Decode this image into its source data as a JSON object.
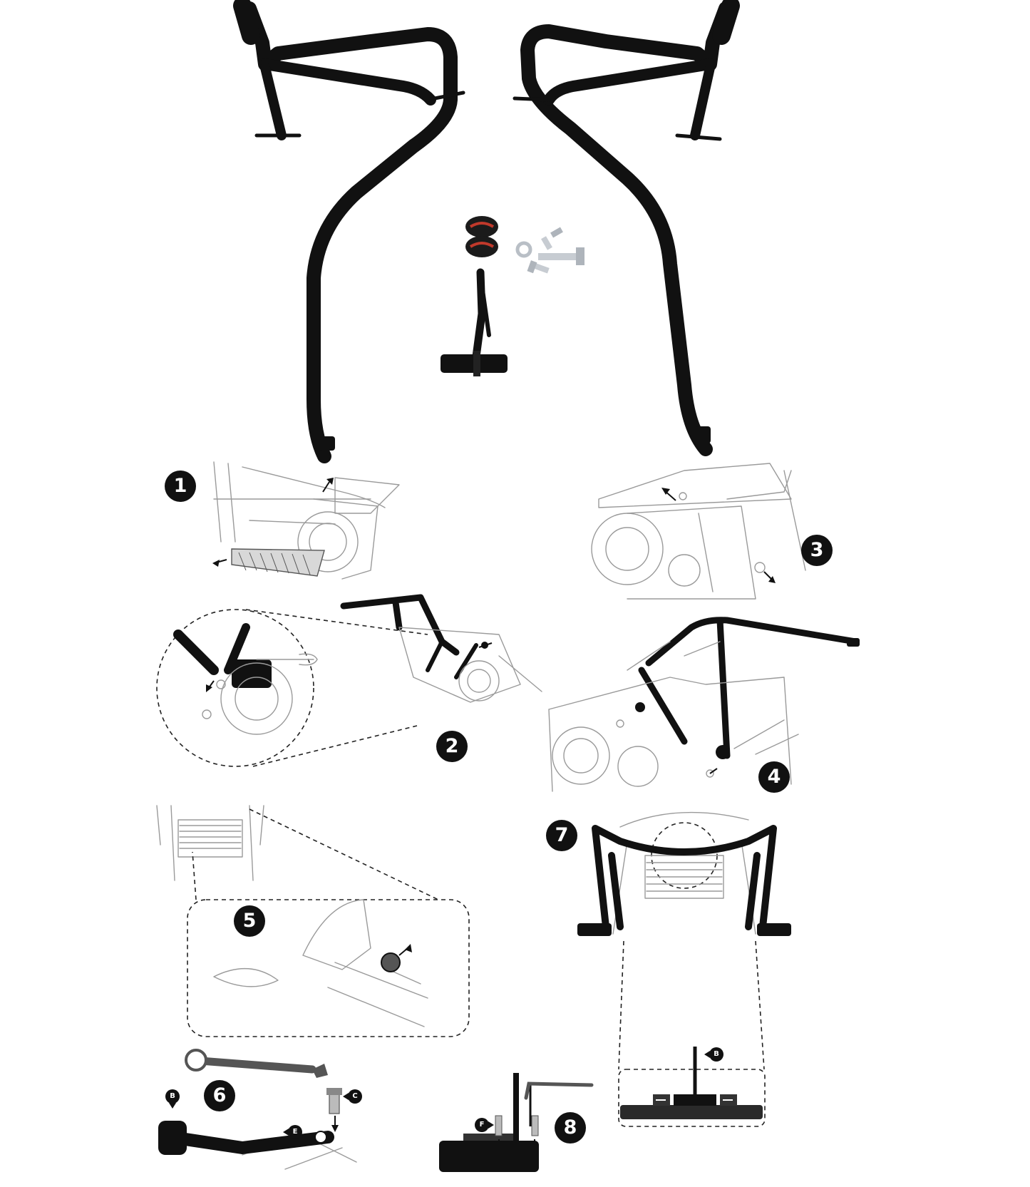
{
  "colors": {
    "ink": "#111111",
    "line": "#9a9a9a",
    "logo_red": "#c0392b",
    "bolt": "#b9bfc6"
  },
  "steps": [
    {
      "id": "step-1",
      "label": "1"
    },
    {
      "id": "step-2",
      "label": "2"
    },
    {
      "id": "step-3",
      "label": "3"
    },
    {
      "id": "step-4",
      "label": "4"
    },
    {
      "id": "step-5",
      "label": "5"
    },
    {
      "id": "step-6",
      "label": "6"
    },
    {
      "id": "step-7",
      "label": "7"
    },
    {
      "id": "step-8",
      "label": "8"
    }
  ],
  "part_labels": {
    "step6_b": "B",
    "step6_c": "C",
    "step6_e": "E",
    "step7_b": "B",
    "step8_f": "F"
  },
  "icons": [
    "crash-bar-left",
    "crash-bar-right",
    "logo-emblem",
    "washer",
    "bolt",
    "center-bracket",
    "wrench",
    "hex-key",
    "arrow"
  ]
}
